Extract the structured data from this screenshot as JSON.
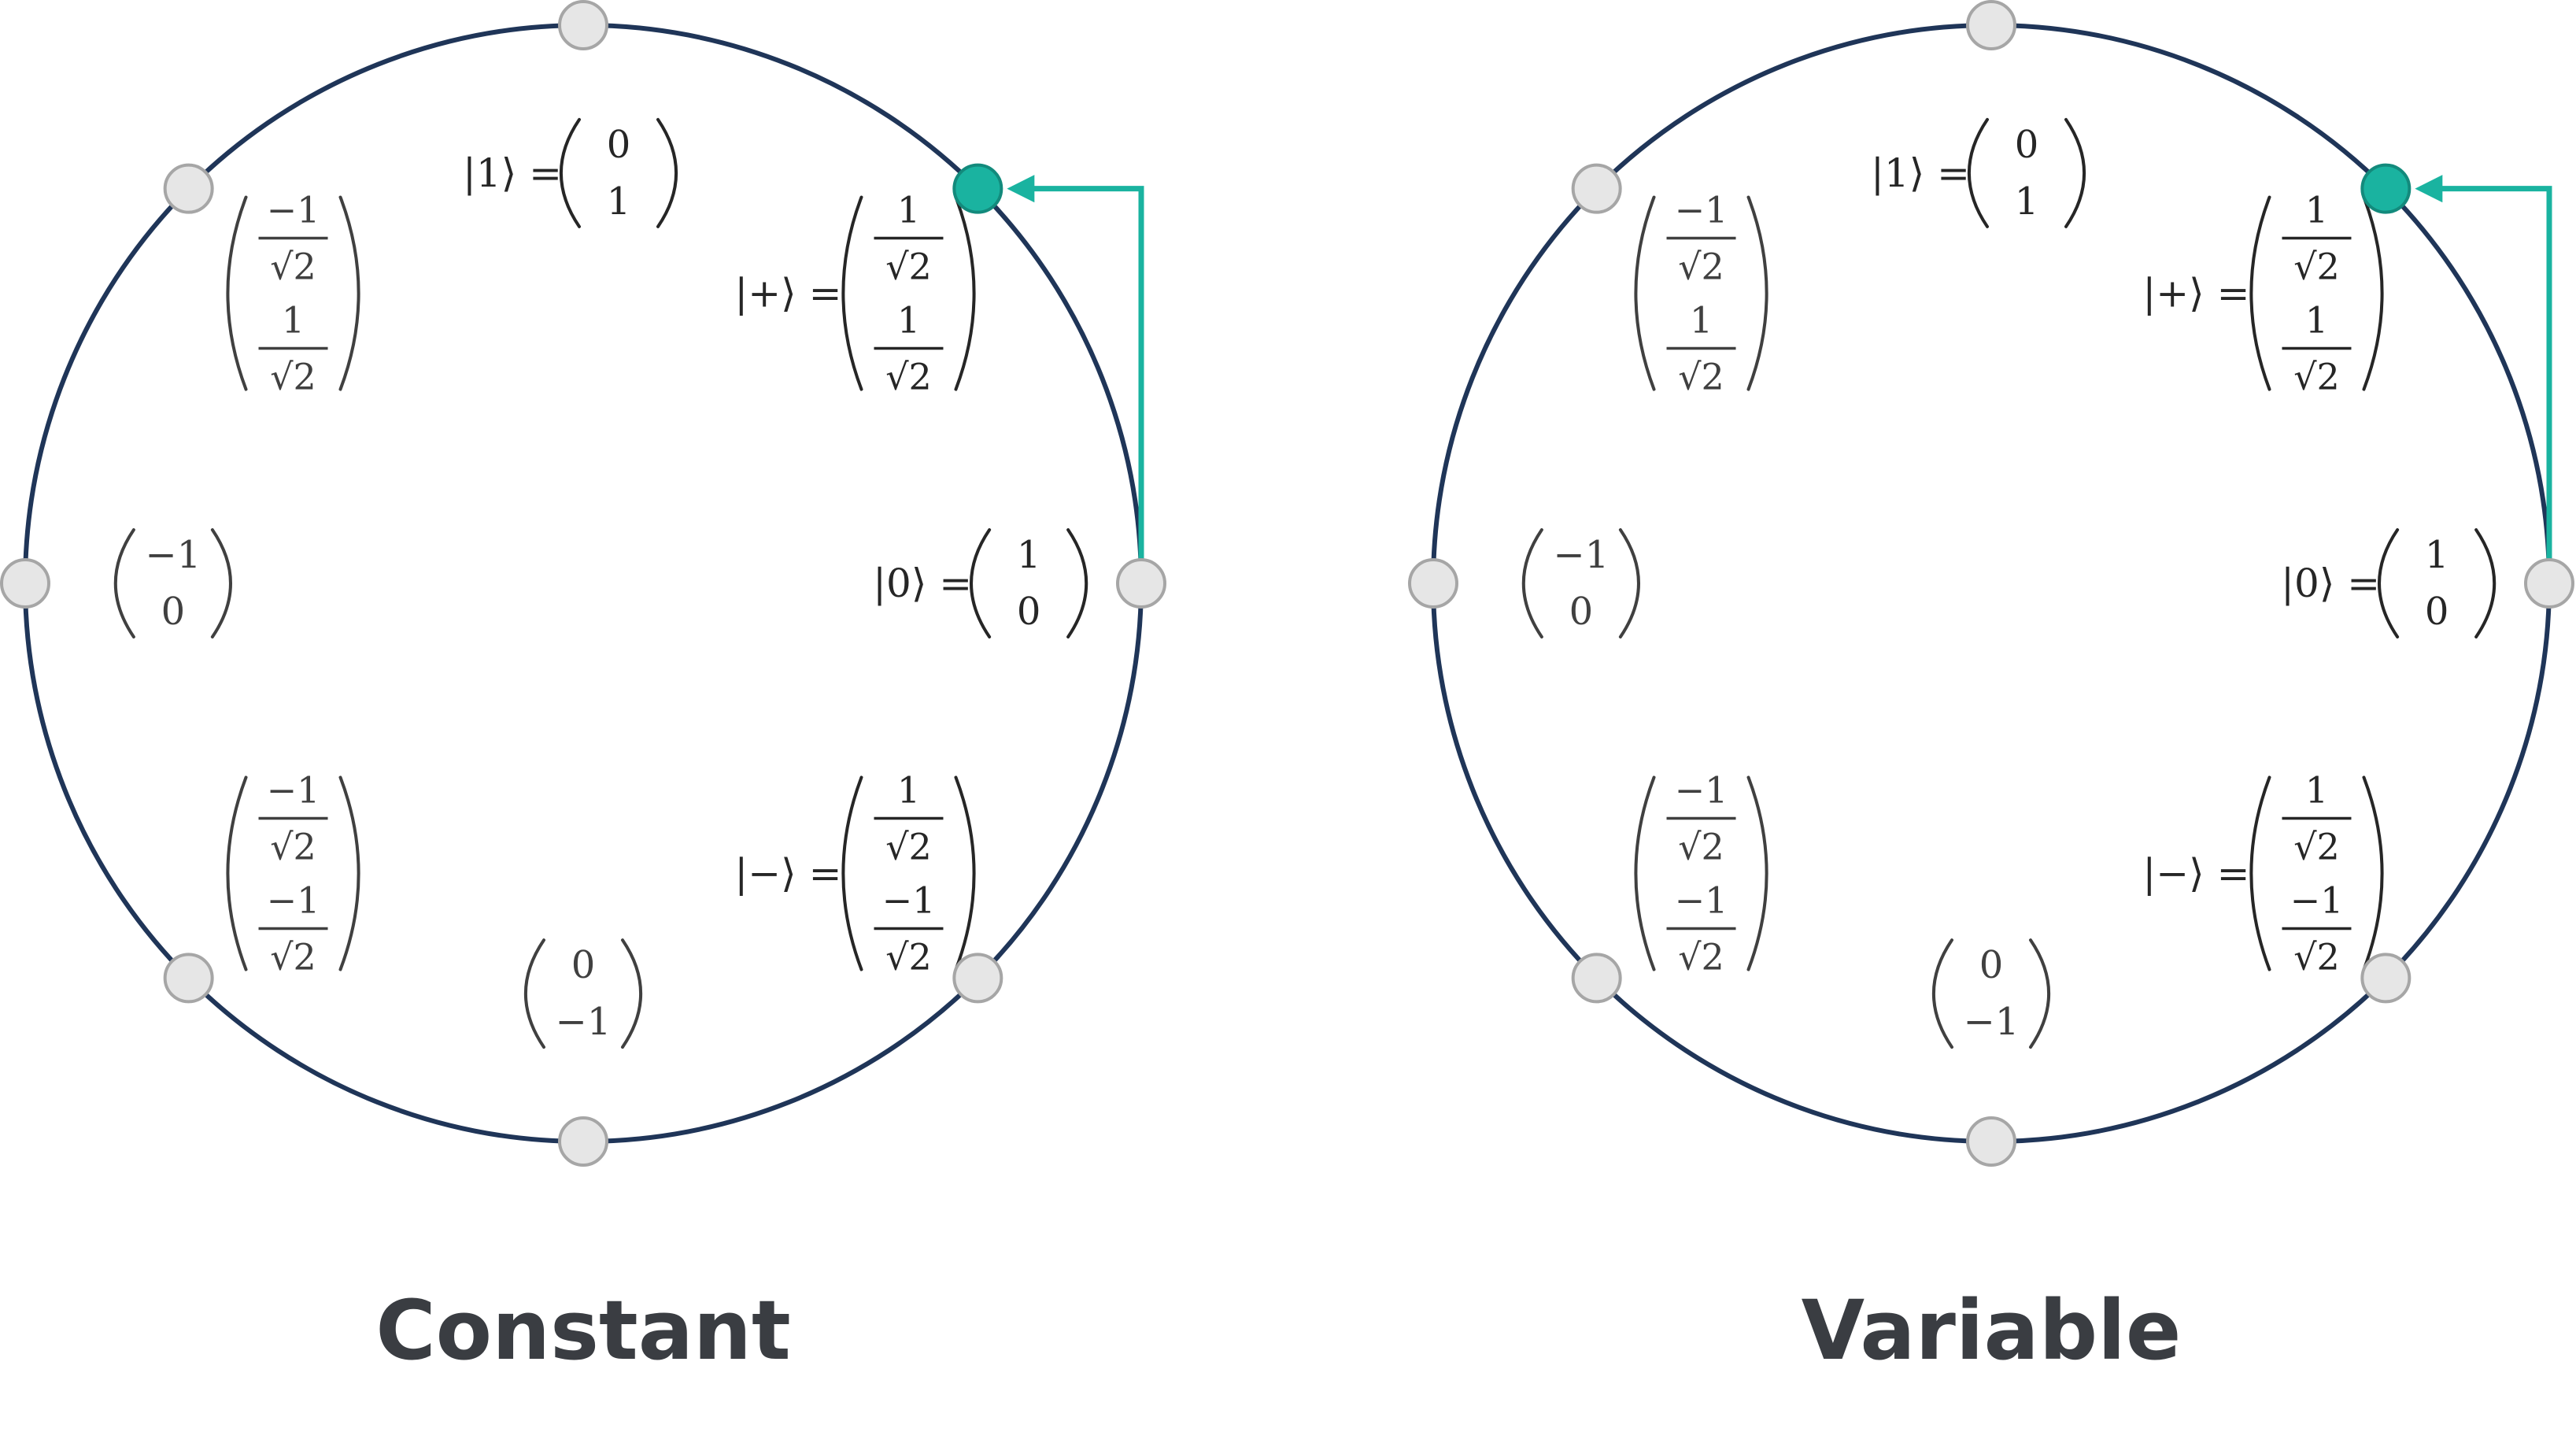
{
  "colors": {
    "circle": "#1f3558",
    "node_fill": "#e6e6e6",
    "node_stroke": "#a6a6a6",
    "active": "#1ab3a0",
    "text": "#262626",
    "muted": "#404040",
    "caption": "#3a3d42"
  },
  "panels": [
    {
      "caption": "Constant",
      "active_node_deg": 45,
      "arrow": {
        "from_deg": 0,
        "to_deg": 45
      }
    },
    {
      "caption": "Variable",
      "active_node_deg": 45,
      "arrow": {
        "from_deg": 0,
        "to_deg": 45
      }
    }
  ],
  "nodes_deg": [
    0,
    45,
    90,
    135,
    180,
    225,
    270,
    315
  ],
  "labels": {
    "ket0": "|0⟩ =",
    "ket1": "|1⟩ =",
    "ketPlus": "|+⟩ =",
    "ketMinus": "|−⟩ =",
    "one": "1",
    "zero": "0",
    "neg_one": "−1",
    "sqrt2": "√2"
  },
  "vectors": [
    {
      "deg": 0,
      "label_key": "ket0",
      "top": "1",
      "bottom": "0",
      "fraction": false
    },
    {
      "deg": 90,
      "label_key": "ket1",
      "top": "0",
      "bottom": "1",
      "fraction": false
    },
    {
      "deg": 180,
      "label_key": null,
      "top": "−1",
      "bottom": "0",
      "fraction": false
    },
    {
      "deg": 270,
      "label_key": null,
      "top": "0",
      "bottom": "−1",
      "fraction": false
    },
    {
      "deg": 45,
      "label_key": "ketPlus",
      "top": "1",
      "bottom": "1",
      "fraction": true
    },
    {
      "deg": 315,
      "label_key": "ketMinus",
      "top": "1",
      "bottom": "−1",
      "fraction": true
    },
    {
      "deg": 135,
      "label_key": null,
      "top": "−1",
      "bottom": "1",
      "fraction": true
    },
    {
      "deg": 225,
      "label_key": null,
      "top": "−1",
      "bottom": "−1",
      "fraction": true
    }
  ]
}
